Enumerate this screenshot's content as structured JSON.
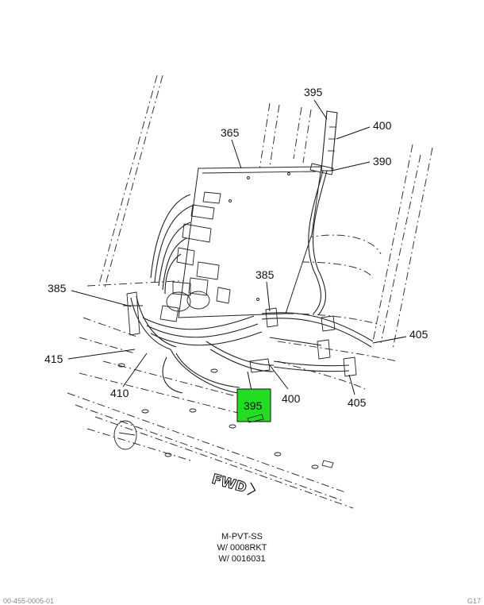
{
  "callouts": {
    "c395_top": "395",
    "c400_top": "400",
    "c390": "390",
    "c365": "365",
    "c385_left": "385",
    "c385_mid": "385",
    "c405_right": "405",
    "c405_bottom": "405",
    "c415": "415",
    "c410": "410",
    "c400_bottom": "400",
    "c395_highlight": "395"
  },
  "direction_label": "FWD",
  "caption": {
    "line1": "M-PVT-SS",
    "line2": "W/ 0008RKT",
    "line3": "W/ 0016031"
  },
  "footer": {
    "left": "00-455-0005-01",
    "right": "G17"
  },
  "colors": {
    "highlight": "#22dd22",
    "line": "#222222"
  }
}
